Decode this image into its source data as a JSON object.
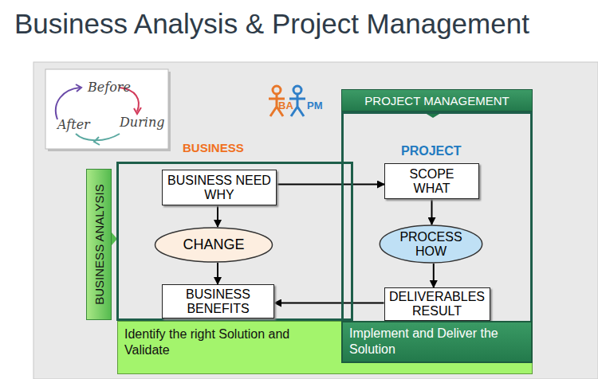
{
  "diagram": {
    "title": "Business Analysis & Project Management",
    "nodes": [
      {
        "text": [
          "PROJECT MANAGEMENT"
        ]
      },
      {
        "text": [
          "BUSINESS ANALYSIS"
        ]
      },
      {
        "text": [
          "BUSINESS"
        ]
      },
      {
        "text": [
          "BUSINESS NEED",
          "WHY"
        ],
        "in": 2
      },
      {
        "text": [
          "CHANGE"
        ],
        "in": 2
      },
      {
        "text": [
          "BUSINESS BENEFITS"
        ],
        "in": 2
      },
      {
        "text": [
          "PROJECT"
        ]
      },
      {
        "text": [
          "SCOPE",
          "WHAT"
        ],
        "in": 6
      },
      {
        "text": [
          "PROCESS",
          "HOW"
        ],
        "in": 6
      },
      {
        "text": [
          "DELIVERABLES",
          "RESULT"
        ],
        "in": 6
      },
      {
        "text": [
          "Identify the right Solution and Validate"
        ]
      },
      {
        "text": [
          "Implement and Deliver the Solution"
        ],
        "in": 10
      }
    ],
    "edges": [
      {
        "from": 3,
        "to": 4,
        "arrow": "to"
      },
      {
        "from": 4,
        "to": 5,
        "arrow": "to"
      },
      {
        "from": 3,
        "to": 7,
        "arrow": "to"
      },
      {
        "from": 7,
        "to": 8,
        "arrow": "to"
      },
      {
        "from": 8,
        "to": 9,
        "arrow": "to"
      },
      {
        "from": 9,
        "to": 5,
        "arrow": "to"
      }
    ],
    "labels": [
      "Before",
      "After",
      "During",
      "BA",
      "PM"
    ]
  }
}
